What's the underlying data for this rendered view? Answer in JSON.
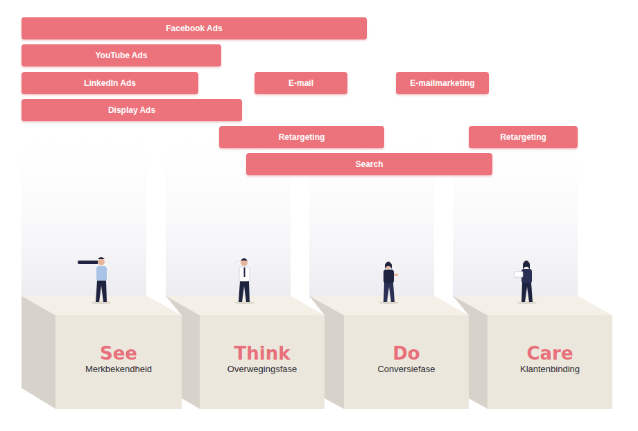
{
  "diagram": {
    "nodes": [
      {
        "text": [
          "Facebook Ads"
        ]
      },
      {
        "text": [
          "YouTube Ads"
        ]
      },
      {
        "text": [
          "LinkedIn Ads"
        ]
      },
      {
        "text": [
          "E-mail"
        ]
      },
      {
        "text": [
          "E-mailmarketing"
        ]
      },
      {
        "text": [
          "Display Ads"
        ]
      },
      {
        "text": [
          "Retargeting"
        ]
      },
      {
        "text": [
          "Retargeting"
        ]
      },
      {
        "text": [
          "Search"
        ]
      },
      {
        "text": [
          "See",
          "Merkbekendheid"
        ]
      },
      {
        "text": [
          "Think",
          "Overwegingsfase"
        ]
      },
      {
        "text": [
          "Do",
          "Conversiefase"
        ]
      },
      {
        "text": [
          "Care",
          "Klantenbinding"
        ]
      }
    ]
  }
}
